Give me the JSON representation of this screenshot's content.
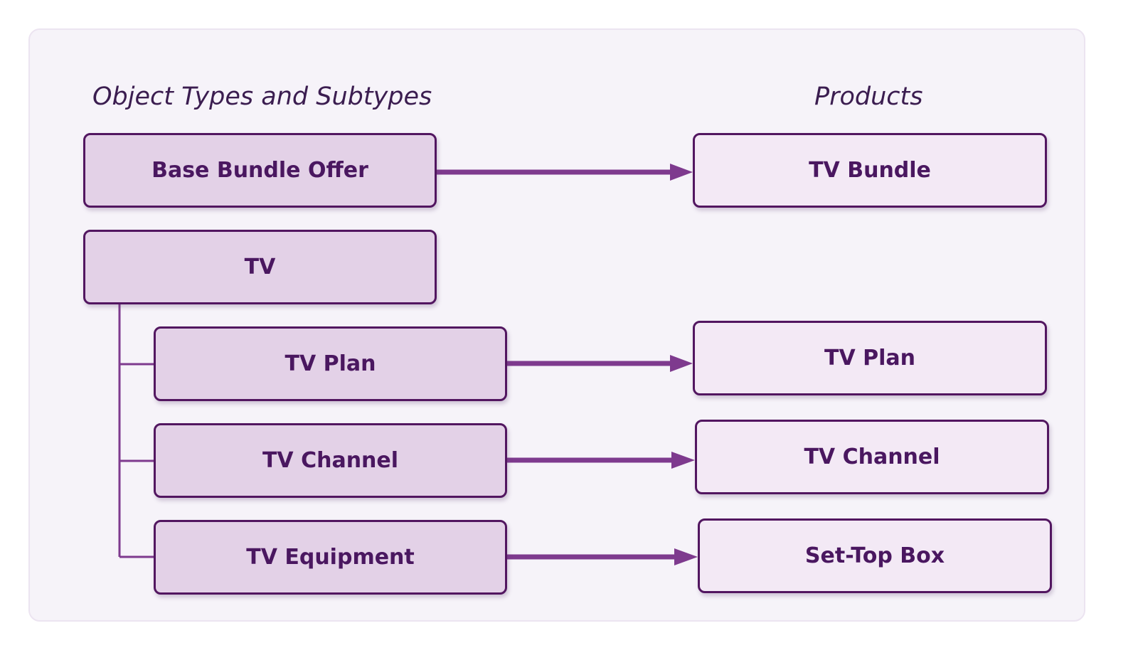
{
  "headings": {
    "types": "Object Types and Subtypes",
    "products": "Products"
  },
  "types": {
    "base_bundle_offer": "Base Bundle Offer",
    "tv": "TV",
    "tv_plan": "TV Plan",
    "tv_channel": "TV Channel",
    "tv_equipment": "TV Equipment"
  },
  "products": {
    "tv_bundle": "TV Bundle",
    "tv_plan": "TV Plan",
    "tv_channel": "TV Channel",
    "set_top_box": "Set-Top Box"
  },
  "colors": {
    "connector": "#7e3a8e",
    "tree_line": "#7e3a8e",
    "box_border": "#521660",
    "type_fill": "#e3d1e7",
    "product_fill": "#f3e9f5",
    "panel": "#f6f3f9"
  }
}
